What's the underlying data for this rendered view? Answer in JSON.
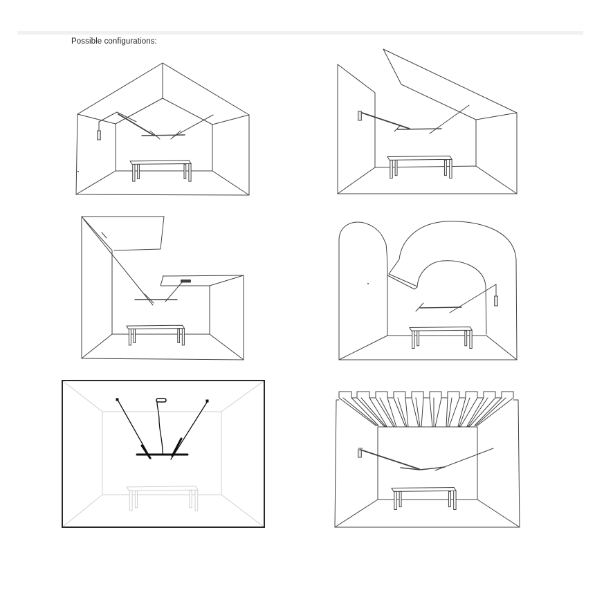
{
  "page": {
    "background": "#ffffff"
  },
  "header": {
    "title": "Possible configurations:"
  },
  "colors": {
    "line": "#404040",
    "faint": "#cfcfcf",
    "black": "#0f0f0f",
    "divider": "#f1f1f1",
    "text": "#1c1c1c",
    "border": "#262626",
    "bg": "#ffffff"
  },
  "figures": [
    {
      "name": "gabled-ceiling-room"
    },
    {
      "name": "slanted-ceiling-room"
    },
    {
      "name": "l-shaped-ceiling-room"
    },
    {
      "name": "arched-vault-room"
    },
    {
      "name": "highlighted-fixture-room"
    },
    {
      "name": "slatted-ceiling-room"
    }
  ]
}
